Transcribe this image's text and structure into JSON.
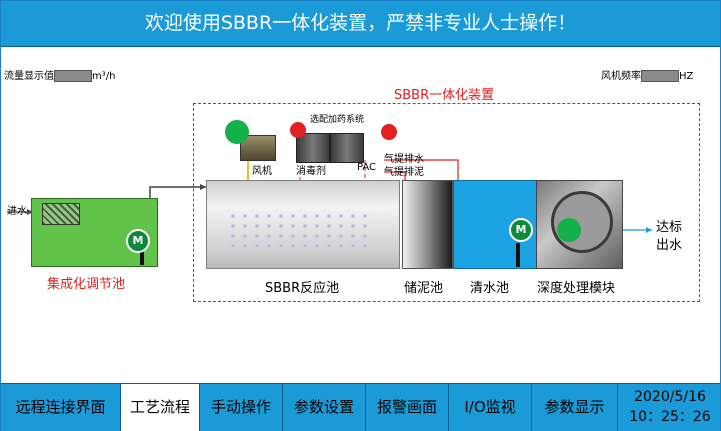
{
  "header": {
    "title": "欢迎使用SBBR一体化装置，严禁非专业人士操作！"
  },
  "readouts": {
    "flow_label": "流量显示值",
    "flow_unit": "m³/h",
    "fan_label": "风机频率",
    "fan_unit": "HZ"
  },
  "diagram": {
    "box_title": "SBBR一体化装置",
    "inlet_label": "进水",
    "regulating_tank_label": "集成化调节池",
    "sbbr_label": "SBBR反应池",
    "mud_tank_label": "储泥池",
    "clear_tank_label": "清水池",
    "deep_module_label": "深度处理模块",
    "outlet_label_1": "达标",
    "outlet_label_2": "出水",
    "dosing_label": "选配加药系统",
    "fan_label": "风机",
    "disinfect_label": "消毒剂",
    "pac_label": "PAC",
    "airlift_drain_label": "气提排水",
    "airlift_mud_label": "气提排泥",
    "motor_symbol": "M"
  },
  "status": {
    "fan": "running",
    "disinfectant": "stopped",
    "pac": "stopped",
    "deep_module": "running",
    "colors": {
      "running": "#14b04a",
      "stopped": "#e22020"
    }
  },
  "nav": {
    "items": [
      "远程连接界面",
      "工艺流程",
      "手动操作",
      "参数设置",
      "报警画面",
      "I/O监视",
      "参数显示"
    ],
    "active_index": 1
  },
  "clock": {
    "date": "2020/5/16",
    "time": "10：25：26"
  }
}
